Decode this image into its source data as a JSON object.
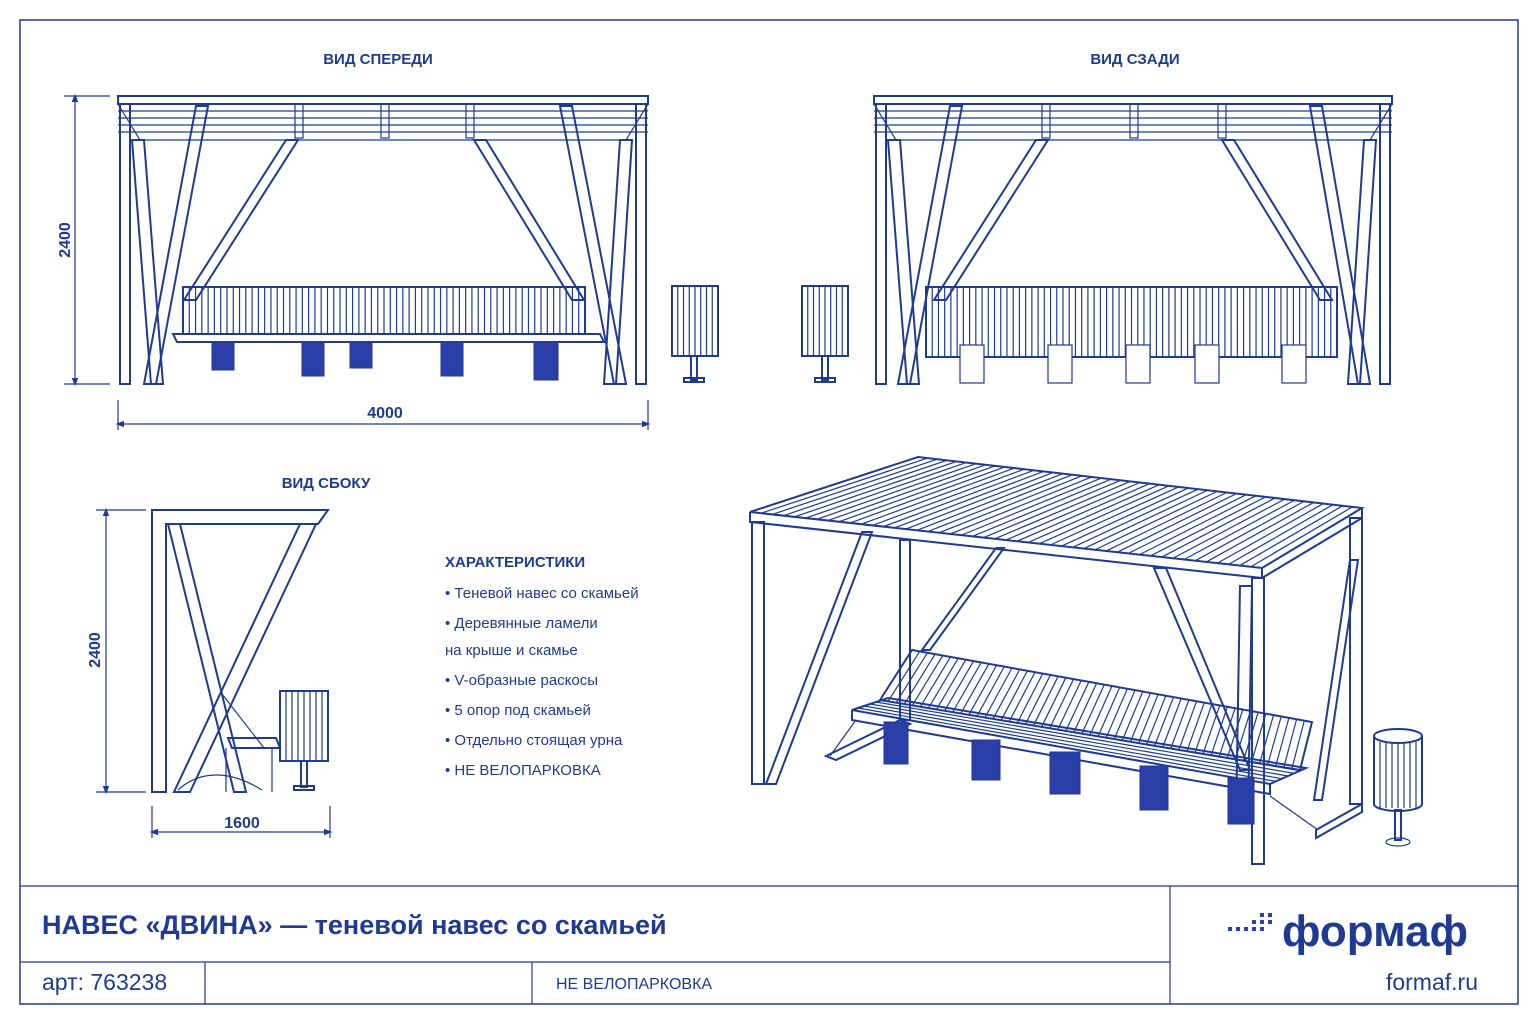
{
  "views": {
    "front": {
      "title": "ВИД СПЕРЕДИ",
      "height_dim": "2400",
      "width_dim": "4000"
    },
    "back": {
      "title": "ВИД СЗАДИ"
    },
    "side": {
      "title": "ВИД СБОКУ",
      "height_dim": "2400",
      "width_dim": "1600"
    }
  },
  "specs": {
    "heading": "ХАРАКТЕРИСТИКИ",
    "items": [
      {
        "lines": [
          "Теневой навес со скамьей"
        ]
      },
      {
        "lines": [
          "Деревянные ламели",
          "на крыше и скамье"
        ]
      },
      {
        "lines": [
          "V-образные раскосы"
        ]
      },
      {
        "lines": [
          "5 опор под скамьей"
        ]
      },
      {
        "lines": [
          "Отдельно стоящая урна"
        ]
      },
      {
        "lines": [
          "НЕ ВЕЛОПАРКОВКА"
        ]
      }
    ]
  },
  "title_block": {
    "title": "НАВЕС «ДВИНА» — теневой навес со скамьей",
    "article": "арт: 763238",
    "note": "НЕ ВЕЛОПАРКОВКА",
    "logo": "формаф",
    "website": "formaf.ru"
  },
  "colors": {
    "ink": "#1f3a93",
    "fill": "#2a3fa8",
    "paper": "#ffffff"
  }
}
